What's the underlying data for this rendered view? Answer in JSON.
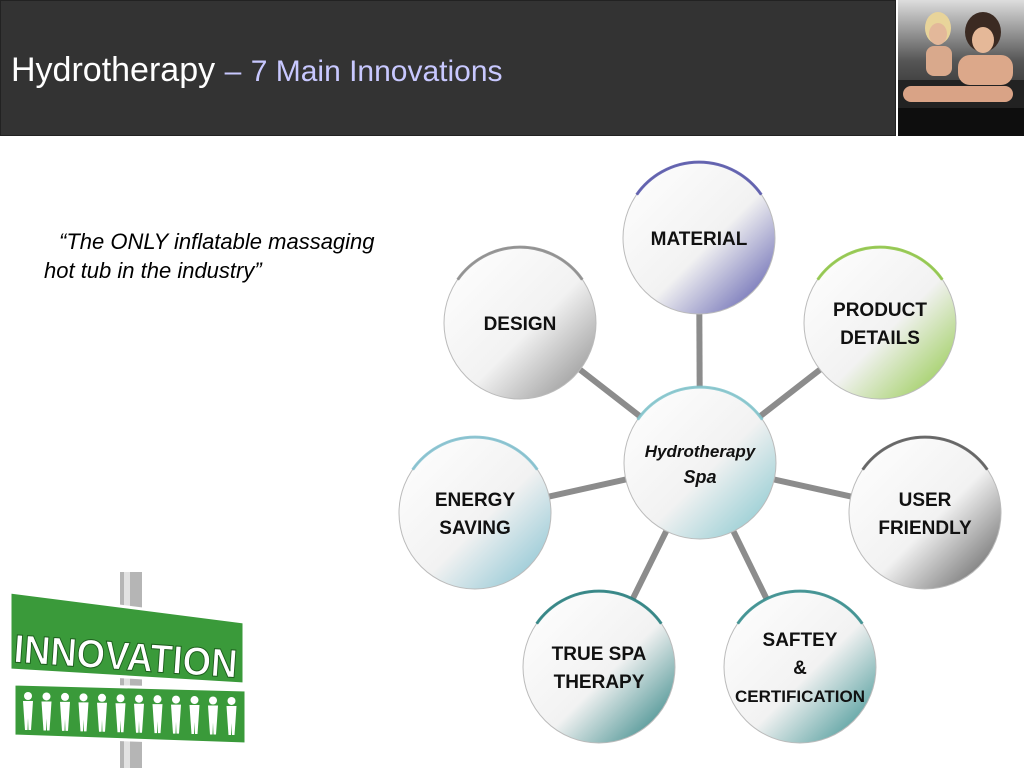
{
  "slide": {
    "title": "Hydrotherapy",
    "dash": "–",
    "subtitle": "7 Main Innovations",
    "quote": [
      "“The ONLY inflatable massaging",
      "hot tub in the industry”"
    ]
  },
  "colors": {
    "header_bg": "#333333",
    "subtitle": "#c8c8ff",
    "connector": "#8c8c8c",
    "sign_green": "#3a9a3a"
  },
  "diagram": {
    "center": {
      "lines": [
        "Hydrotherapy",
        "Spa"
      ],
      "color": "#7fc4cc"
    },
    "nodes": [
      {
        "id": "material",
        "lines": [
          "MATERIAL"
        ],
        "color": "#5050a8"
      },
      {
        "id": "product-details",
        "lines": [
          "PRODUCT",
          "DETAILS"
        ],
        "color": "#8cc63f"
      },
      {
        "id": "user-friendly",
        "lines": [
          "USER",
          "FRIENDLY"
        ],
        "color": "#555555"
      },
      {
        "id": "saftey-certification",
        "lines": [
          "SAFTEY",
          "&",
          "CERTIFICATION"
        ],
        "color": "#2e8a8a"
      },
      {
        "id": "true-spa-therapy",
        "lines": [
          "TRUE SPA",
          "THERAPY"
        ],
        "color": "#1f7a7a"
      },
      {
        "id": "energy-saving",
        "lines": [
          "ENERGY",
          "SAVING"
        ],
        "color": "#7fbfcf"
      },
      {
        "id": "design",
        "lines": [
          "DESIGN"
        ],
        "color": "#888888"
      }
    ]
  },
  "sign": {
    "word": "INNOVATION",
    "icons": [
      "person-icon"
    ]
  }
}
